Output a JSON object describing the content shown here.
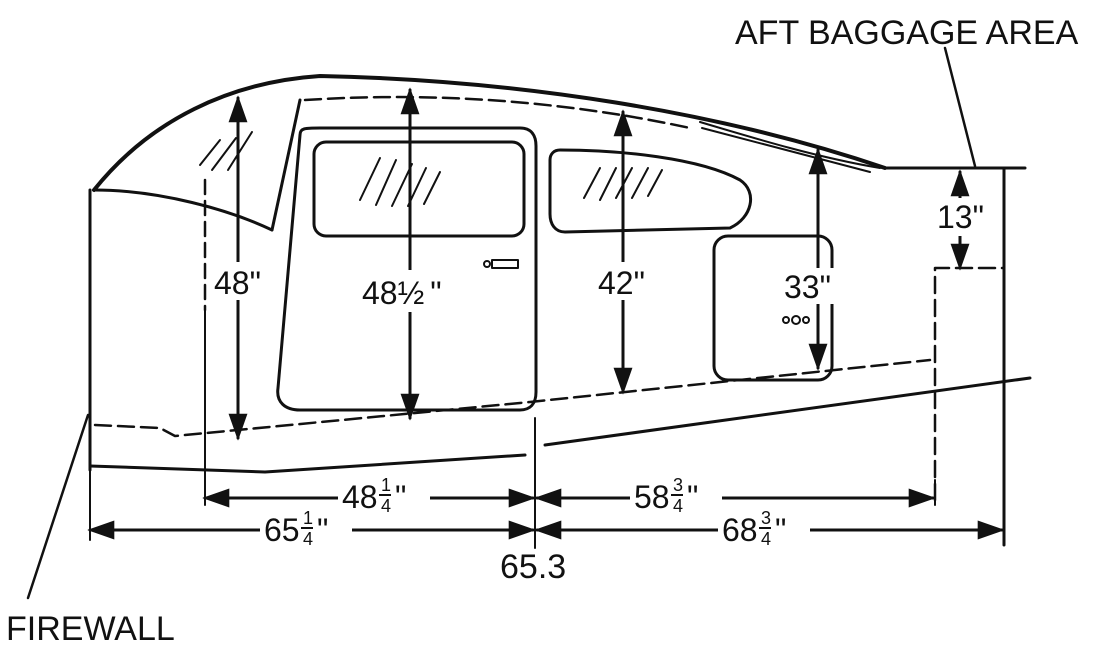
{
  "labels": {
    "aft_baggage_area": "AFT BAGGAGE AREA",
    "firewall": "FIREWALL",
    "station": "65.3"
  },
  "heights": {
    "front_seat": "48\"",
    "door_whole": "48",
    "door_frac": "½",
    "door_mark": "\"",
    "rear_seat": "42\"",
    "rear_window": "33\"",
    "baggage_step": "13\""
  },
  "widths": {
    "door_whole": "48",
    "door_num": "1",
    "door_den": "4",
    "door_mark": "\"",
    "rear_whole": "58",
    "rear_num": "3",
    "rear_den": "4",
    "rear_mark": "\"",
    "front_total_whole": "65",
    "front_total_num": "1",
    "front_total_den": "4",
    "front_total_mark": "\"",
    "aft_total_whole": "68",
    "aft_total_num": "3",
    "aft_total_den": "4",
    "aft_total_mark": "\""
  },
  "colors": {
    "ink": "#111111",
    "background": "#ffffff"
  }
}
